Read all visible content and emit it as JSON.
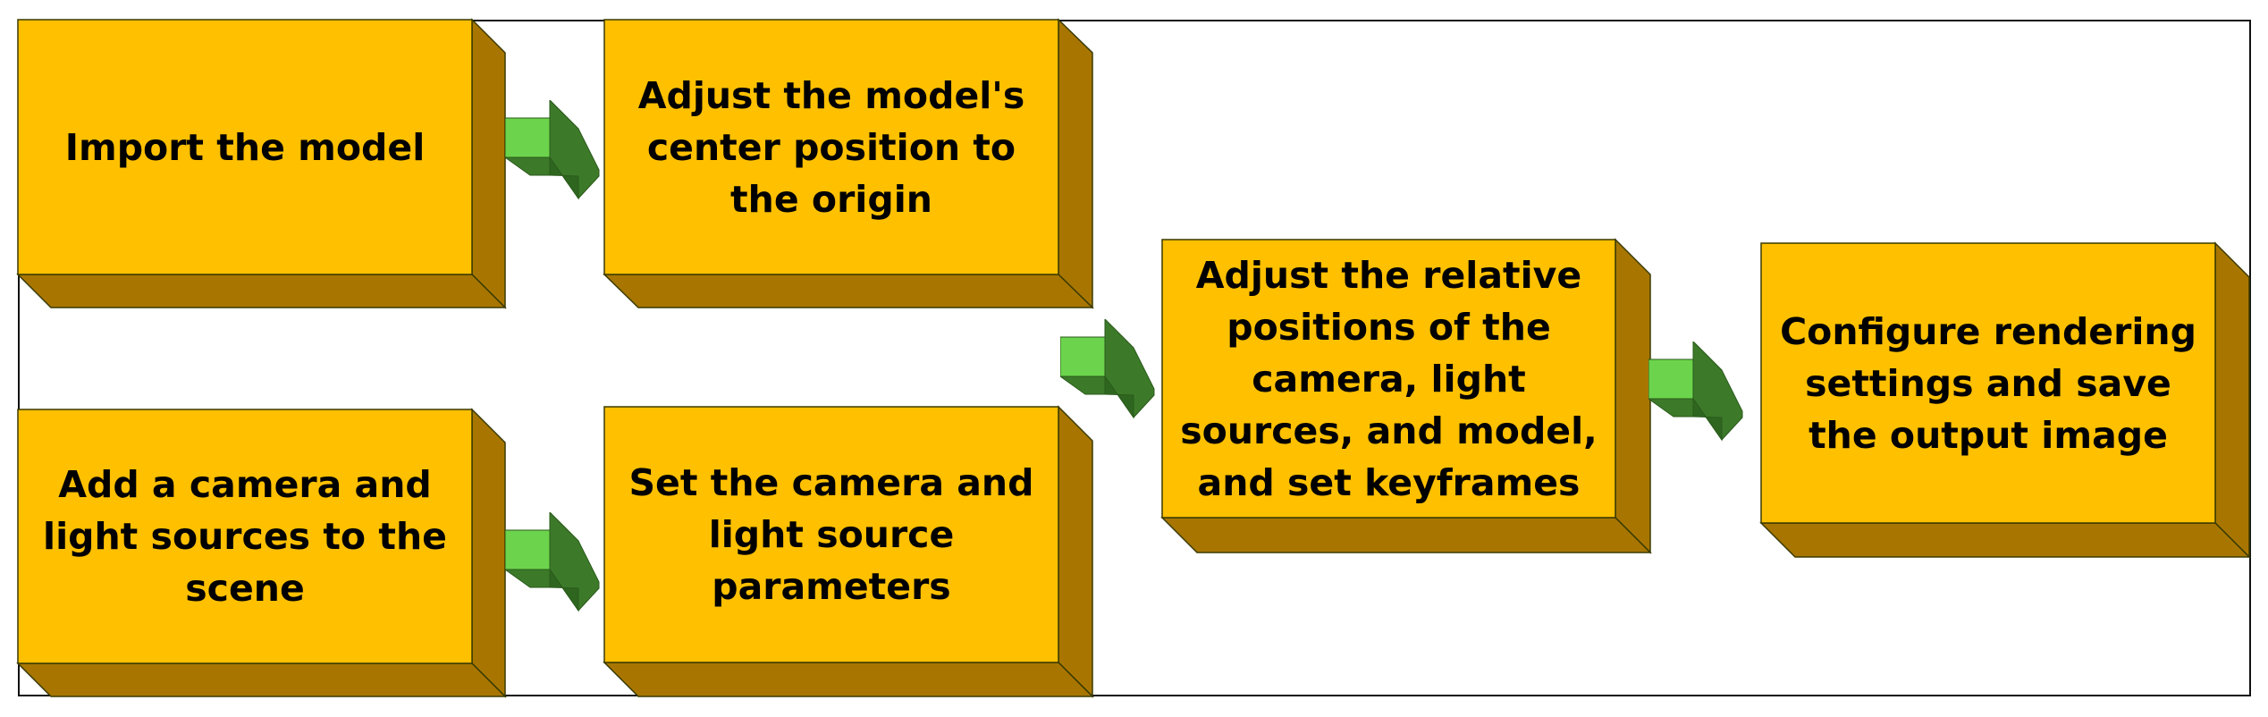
{
  "diagram": {
    "steps": [
      {
        "id": "import-model",
        "label": "Import the model"
      },
      {
        "id": "center-model",
        "label": "Adjust the model's\ncenter position to\nthe origin"
      },
      {
        "id": "add-camera-lights",
        "label": "Add a camera and\nlight sources to the\nscene"
      },
      {
        "id": "set-parameters",
        "label": "Set the camera and\nlight source\nparameters"
      },
      {
        "id": "adjust-positions",
        "label": "Adjust the relative\npositions of the\ncamera, light\nsources, and model,\nand set keyframes"
      },
      {
        "id": "render-save",
        "label": "Configure rendering\nsettings and save\nthe output image"
      }
    ],
    "colors": {
      "box_face": "#FFC000",
      "box_side": "#A87600",
      "box_edge": "#3A3A00",
      "arrow_light": "#6CD44C",
      "arrow_dark": "#3C7A2A"
    }
  }
}
